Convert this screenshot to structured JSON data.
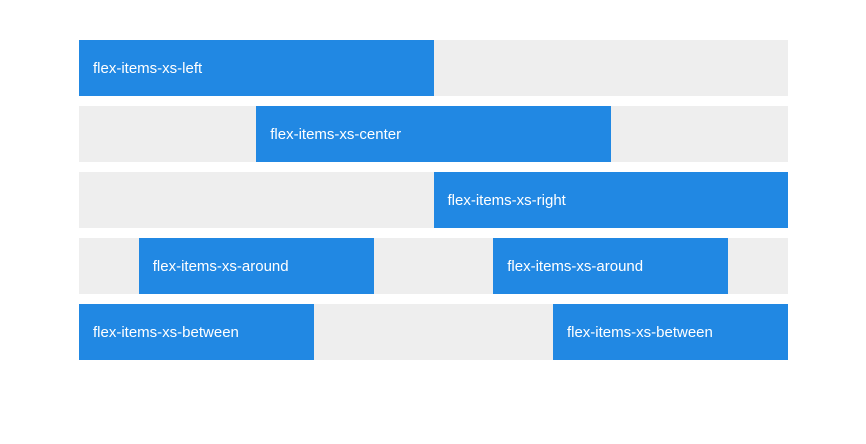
{
  "colors": {
    "page_background": "#ffffff",
    "row_background": "#eeeeee",
    "item_background": "#2188e3",
    "item_text": "#ffffff"
  },
  "rows": [
    {
      "id": "left",
      "justify": "flex-start",
      "items": [
        {
          "label": "flex-items-xs-left"
        }
      ]
    },
    {
      "id": "center",
      "justify": "center",
      "items": [
        {
          "label": "flex-items-xs-center"
        }
      ]
    },
    {
      "id": "right",
      "justify": "flex-end",
      "items": [
        {
          "label": "flex-items-xs-right"
        }
      ]
    },
    {
      "id": "around",
      "justify": "space-around",
      "items": [
        {
          "label": "flex-items-xs-around"
        },
        {
          "label": "flex-items-xs-around"
        }
      ]
    },
    {
      "id": "between",
      "justify": "space-between",
      "items": [
        {
          "label": "flex-items-xs-between"
        },
        {
          "label": "flex-items-xs-between"
        }
      ]
    }
  ]
}
